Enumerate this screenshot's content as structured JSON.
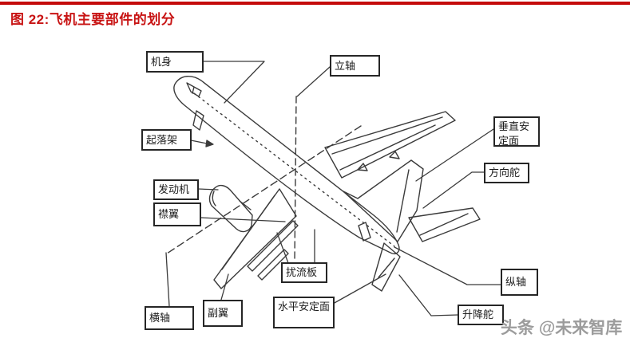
{
  "header": {
    "title": "图 22:飞机主要部件的划分",
    "accent_color": "#c40b0b"
  },
  "diagram": {
    "subject": "aircraft main components schematic, three-quarter rear view line drawing",
    "labels": [
      {
        "id": "fuselage",
        "text": "机身"
      },
      {
        "id": "vertical-axis",
        "text": "立轴"
      },
      {
        "id": "landing-gear",
        "text": "起落架"
      },
      {
        "id": "vertical-stabilizer",
        "text": "垂直安定面"
      },
      {
        "id": "rudder",
        "text": "方向舵"
      },
      {
        "id": "engine",
        "text": "发动机"
      },
      {
        "id": "flap",
        "text": "襟翼"
      },
      {
        "id": "spoiler",
        "text": "扰流板"
      },
      {
        "id": "horizontal-stabilizer",
        "text": "水平安定面"
      },
      {
        "id": "lateral-axis",
        "text": "横轴"
      },
      {
        "id": "aileron",
        "text": "副翼"
      },
      {
        "id": "longitudinal-axis",
        "text": "纵轴"
      },
      {
        "id": "elevator",
        "text": "升降舵"
      }
    ],
    "line_color": "#3b3b3b"
  },
  "watermark": {
    "text": "头条 @未来智库"
  }
}
